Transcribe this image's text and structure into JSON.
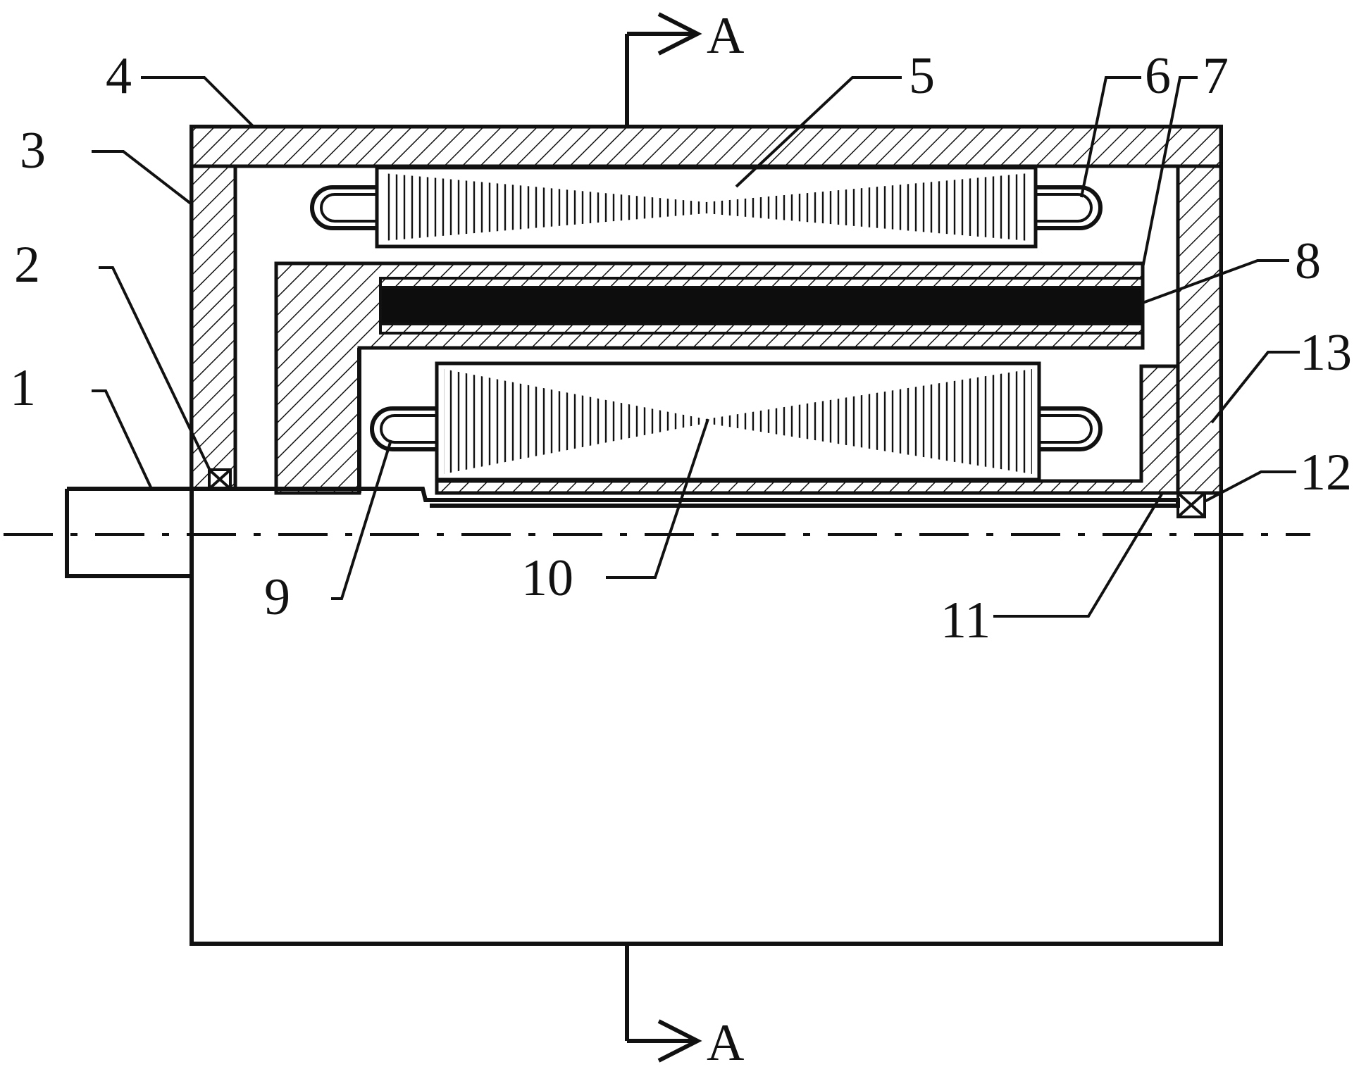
{
  "section_marker": "A",
  "callouts": [
    "1",
    "2",
    "3",
    "4",
    "5",
    "6",
    "7",
    "8",
    "9",
    "10",
    "11",
    "12",
    "13"
  ],
  "colors": {
    "ink": "#111111",
    "paper": "#ffffff"
  }
}
